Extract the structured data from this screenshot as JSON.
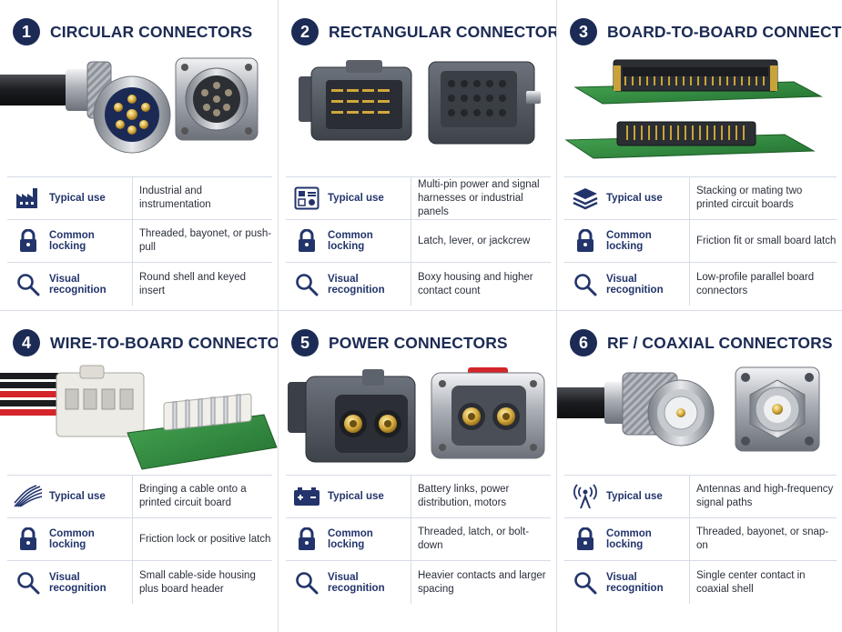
{
  "panels": [
    {
      "number": "1",
      "title": "CIRCULAR CONNECTORS",
      "rows": [
        {
          "icon": "factory-icon",
          "label": "Typical use",
          "value": "Industrial and instrumentation"
        },
        {
          "icon": "lock-icon",
          "label": "Common locking",
          "value": "Threaded, bayonet, or push-pull"
        },
        {
          "icon": "magnifier-icon",
          "label": "Visual recognition",
          "value": "Round shell and keyed insert"
        }
      ]
    },
    {
      "number": "2",
      "title": "RECTANGULAR CONNECTORS",
      "rows": [
        {
          "icon": "panel-icon",
          "label": "Typical use",
          "value": "Multi-pin power and signal harnesses or industrial panels"
        },
        {
          "icon": "lock-icon",
          "label": "Common locking",
          "value": "Latch, lever, or jackcrew"
        },
        {
          "icon": "magnifier-icon",
          "label": "Visual recognition",
          "value": "Boxy housing and higher contact count"
        }
      ]
    },
    {
      "number": "3",
      "title": "BOARD-TO-BOARD CONNECTORS",
      "rows": [
        {
          "icon": "stacked-layers-icon",
          "label": "Typical use",
          "value": "Stacking or mating two printed circuit boards"
        },
        {
          "icon": "lock-icon",
          "label": "Common locking",
          "value": "Friction fit or small board latch"
        },
        {
          "icon": "magnifier-icon",
          "label": "Visual recognition",
          "value": "Low-profile parallel board connectors"
        }
      ]
    },
    {
      "number": "4",
      "title": "WIRE-TO-BOARD CONNECTORS",
      "rows": [
        {
          "icon": "wires-icon",
          "label": "Typical use",
          "value": "Bringing a cable onto a printed circuit board"
        },
        {
          "icon": "lock-icon",
          "label": "Common locking",
          "value": "Friction lock or positive latch"
        },
        {
          "icon": "magnifier-icon",
          "label": "Visual recognition",
          "value": "Small cable-side housing plus board header"
        }
      ]
    },
    {
      "number": "5",
      "title": "POWER CONNECTORS",
      "rows": [
        {
          "icon": "battery-icon",
          "label": "Typical use",
          "value": "Battery links, power distribution, motors"
        },
        {
          "icon": "lock-icon",
          "label": "Common locking",
          "value": "Threaded, latch, or bolt-down"
        },
        {
          "icon": "magnifier-icon",
          "label": "Visual recognition",
          "value": "Heavier contacts and larger spacing"
        }
      ]
    },
    {
      "number": "6",
      "title": "RF / COAXIAL CONNECTORS",
      "rows": [
        {
          "icon": "antenna-icon",
          "label": "Typical use",
          "value": "Antennas and high-frequency signal paths"
        },
        {
          "icon": "lock-icon",
          "label": "Common locking",
          "value": "Threaded, bayonet, or snap-on"
        },
        {
          "icon": "magnifier-icon",
          "label": "Visual recognition",
          "value": "Single center contact in coaxial shell"
        }
      ]
    }
  ],
  "colors": {
    "navy": "#1c2b55",
    "label_blue": "#22346b",
    "pcb_green": "#2f8a3c",
    "gold": "#c9a23a",
    "connector_gray": "#555b63"
  }
}
